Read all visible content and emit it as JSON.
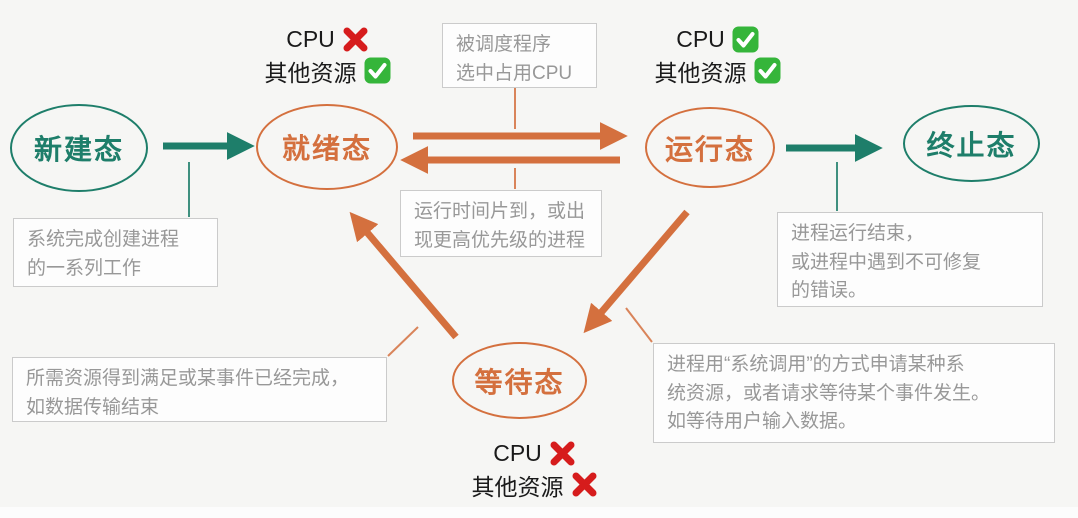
{
  "colors": {
    "teal": "#1E7E6A",
    "orange": "#D4703E",
    "note_text": "#989898",
    "note_border": "#CBCBCB",
    "note_bg": "#FDFDFD",
    "cross_red": "#D61C1C",
    "check_green": "#35B53A",
    "background": "#F6F6F4",
    "label_text": "#1A1A1A"
  },
  "states": {
    "new": {
      "label": "新建态"
    },
    "ready": {
      "label": "就绪态"
    },
    "running": {
      "label": "运行态"
    },
    "terminated": {
      "label": "终止态"
    },
    "waiting": {
      "label": "等待态"
    }
  },
  "badges": {
    "ready": {
      "cpu_label": "CPU",
      "cpu_status": "unavailable",
      "resources_label": "其他资源",
      "resources_status": "available"
    },
    "running": {
      "cpu_label": "CPU",
      "cpu_status": "available",
      "resources_label": "其他资源",
      "resources_status": "available"
    },
    "waiting": {
      "cpu_label": "CPU",
      "cpu_status": "unavailable",
      "resources_label": "其他资源",
      "resources_status": "unavailable"
    }
  },
  "notes": {
    "create": {
      "text": "系统完成创建进程\n的一系列工作"
    },
    "dispatch": {
      "text": "被调度程序\n选中占用CPU"
    },
    "timeslice": {
      "text": "运行时间片到，或出\n现更高优先级的进程"
    },
    "finish": {
      "text": "进程运行结束，\n或进程中遇到不可修复\n的错误。"
    },
    "resource_ready": {
      "text": "所需资源得到满足或某事件已经完成，\n如数据传输结束"
    },
    "syscall_wait": {
      "text": "进程用“系统调用”的方式申请某种系\n统资源，或者请求等待某个事件发生。\n如等待用户输入数据。"
    }
  },
  "transitions": [
    {
      "from": "新建态",
      "to": "就绪态",
      "description": "系统完成创建进程的一系列工作"
    },
    {
      "from": "就绪态",
      "to": "运行态",
      "description": "被调度程序选中占用CPU"
    },
    {
      "from": "运行态",
      "to": "就绪态",
      "description": "运行时间片到，或出现更高优先级的进程"
    },
    {
      "from": "运行态",
      "to": "终止态",
      "description": "进程运行结束，或进程中遇到不可修复的错误。"
    },
    {
      "from": "运行态",
      "to": "等待态",
      "description": "进程用“系统调用”的方式申请某种系统资源，或者请求等待某个事件发生。如等待用户输入数据。"
    },
    {
      "from": "等待态",
      "to": "就绪态",
      "description": "所需资源得到满足或某事件已经完成，如数据传输结束"
    }
  ],
  "icons": {
    "cross": "✕",
    "check": "✓"
  }
}
